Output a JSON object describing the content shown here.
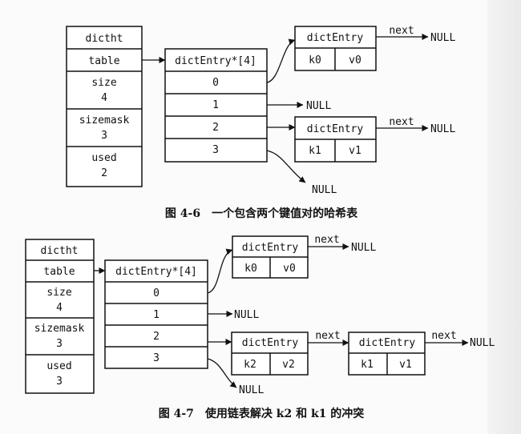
{
  "figure_1": {
    "dictht": {
      "header": "dictht",
      "table": "table",
      "size_label": "size",
      "size_value": "4",
      "sizemask_label": "sizemask",
      "sizemask_value": "3",
      "used_label": "used",
      "used_value": "2"
    },
    "array": {
      "header": "dictEntry*[4]",
      "indices": [
        "0",
        "1",
        "2",
        "3"
      ]
    },
    "entry_a": {
      "header": "dictEntry",
      "key": "k0",
      "value": "v0",
      "next_label": "next",
      "null_label": "NULL"
    },
    "entry_b": {
      "header": "dictEntry",
      "key": "k1",
      "value": "v1",
      "next_label": "next",
      "null_label": "NULL"
    },
    "null_index_1": "NULL",
    "null_index_3": "NULL",
    "caption": "图 4-6　一个包含两个键值对的哈希表"
  },
  "figure_2": {
    "dictht": {
      "header": "dictht",
      "table": "table",
      "size_label": "size",
      "size_value": "4",
      "sizemask_label": "sizemask",
      "sizemask_value": "3",
      "used_label": "used",
      "used_value": "3"
    },
    "array": {
      "header": "dictEntry*[4]",
      "indices": [
        "0",
        "1",
        "2",
        "3"
      ]
    },
    "entry_a": {
      "header": "dictEntry",
      "key": "k0",
      "value": "v0",
      "next_label": "next",
      "null_label": "NULL"
    },
    "entry_b": {
      "header": "dictEntry",
      "key": "k2",
      "value": "v2",
      "next_label": "next"
    },
    "entry_c": {
      "header": "dictEntry",
      "key": "k1",
      "value": "v1",
      "next_label": "next",
      "null_label": "NULL"
    },
    "null_index_1": "NULL",
    "null_index_3": "NULL",
    "caption": "图 4-7　使用链表解决 k2 和 k1 的冲突"
  }
}
